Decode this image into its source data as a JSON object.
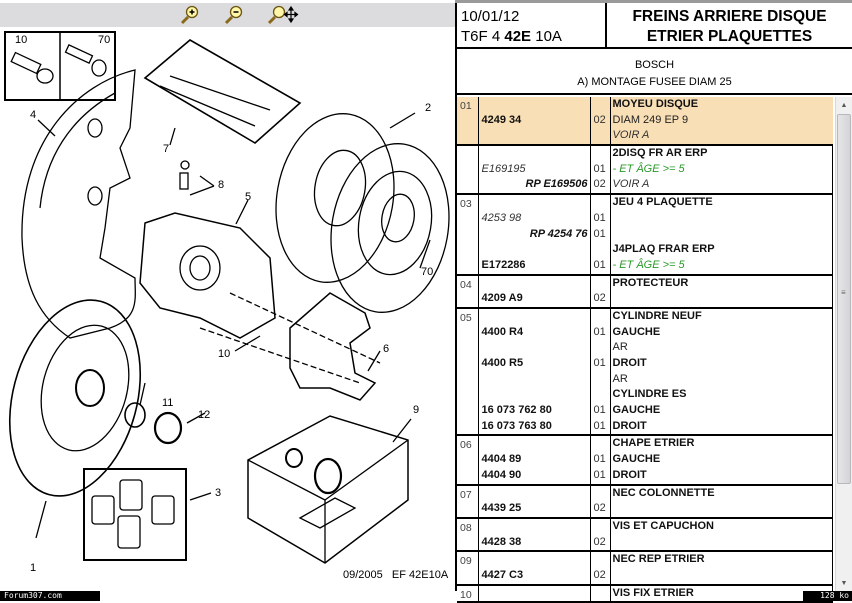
{
  "toolbar": {
    "zoom_in": "zoom-in",
    "zoom_out": "zoom-out",
    "pan": "zoom-pan"
  },
  "diagram": {
    "inset_labels": [
      "10",
      "70"
    ],
    "callouts": [
      "1",
      "2",
      "3",
      "4",
      "5",
      "6",
      "7",
      "8",
      "9",
      "10",
      "11",
      "12",
      "70"
    ],
    "stamp": "09/2005   EF 42E10A"
  },
  "header": {
    "date": "10/01/12",
    "code_prefix": "T6F 4 ",
    "code_bold": "42E",
    "code_suffix": " 10A",
    "title_line1": "FREINS ARRIERE DISQUE",
    "title_line2": "ETRIER PLAQUETTES"
  },
  "subheader": {
    "brand": "BOSCH",
    "variant": "A) MONTAGE FUSEE DIAM 25"
  },
  "rows": [
    {
      "ref": "01",
      "highlight": true,
      "lines": [
        {
          "part": "",
          "pstyle": "pn",
          "qty": "",
          "desc": "MOYEU DISQUE",
          "dstyle": "d-title"
        },
        {
          "part": "4249 34",
          "pstyle": "pn",
          "qty": "02",
          "desc": "DIAM 249 EP 9",
          "dstyle": "d-plain"
        },
        {
          "part": "",
          "pstyle": "pn",
          "qty": "",
          "desc": "VOIR A",
          "dstyle": "d-italic"
        }
      ]
    },
    {
      "ref": "",
      "highlight": false,
      "lines": [
        {
          "part": "",
          "pstyle": "pn",
          "qty": "",
          "desc": "2DISQ FR AR ERP",
          "dstyle": "d-title"
        },
        {
          "part": "E169195",
          "pstyle": "pn-old",
          "qty": "01",
          "desc": "- ET ÂGE >= 5",
          "dstyle": "d-green"
        },
        {
          "part": "RP E169506",
          "pstyle": "pn-rp",
          "qty": "02",
          "desc": "VOIR A",
          "dstyle": "d-italic"
        }
      ]
    },
    {
      "ref": "03",
      "highlight": false,
      "lines": [
        {
          "part": "",
          "pstyle": "pn",
          "qty": "",
          "desc": "JEU 4 PLAQUETTE",
          "dstyle": "d-title"
        },
        {
          "part": "4253 98",
          "pstyle": "pn-old",
          "qty": "01",
          "desc": "",
          "dstyle": "d-plain"
        },
        {
          "part": "RP 4254 76",
          "pstyle": "pn-rp",
          "qty": "01",
          "desc": "",
          "dstyle": "d-plain"
        },
        {
          "part": "",
          "pstyle": "pn",
          "qty": "",
          "desc": "J4PLAQ FRAR ERP",
          "dstyle": "d-title"
        },
        {
          "part": "E172286",
          "pstyle": "pn",
          "qty": "01",
          "desc": "- ET ÂGE >= 5",
          "dstyle": "d-green"
        }
      ]
    },
    {
      "ref": "04",
      "highlight": false,
      "lines": [
        {
          "part": "",
          "pstyle": "pn",
          "qty": "",
          "desc": "PROTECTEUR",
          "dstyle": "d-title"
        },
        {
          "part": "4209 A9",
          "pstyle": "pn",
          "qty": "02",
          "desc": "",
          "dstyle": "d-plain"
        }
      ]
    },
    {
      "ref": "05",
      "highlight": false,
      "lines": [
        {
          "part": "",
          "pstyle": "pn",
          "qty": "",
          "desc": "CYLINDRE NEUF",
          "dstyle": "d-title"
        },
        {
          "part": "4400 R4",
          "pstyle": "pn",
          "qty": "01",
          "desc": "GAUCHE",
          "dstyle": "d-title"
        },
        {
          "part": "",
          "pstyle": "pn",
          "qty": "",
          "desc": "AR",
          "dstyle": "d-plain"
        },
        {
          "part": "4400 R5",
          "pstyle": "pn",
          "qty": "01",
          "desc": "DROIT",
          "dstyle": "d-title"
        },
        {
          "part": "",
          "pstyle": "pn",
          "qty": "",
          "desc": "AR",
          "dstyle": "d-plain"
        },
        {
          "part": "",
          "pstyle": "pn",
          "qty": "",
          "desc": "CYLINDRE ES",
          "dstyle": "d-title"
        },
        {
          "part": "16 073 762 80",
          "pstyle": "pn",
          "qty": "01",
          "desc": "GAUCHE",
          "dstyle": "d-title"
        },
        {
          "part": "16 073 763 80",
          "pstyle": "pn",
          "qty": "01",
          "desc": "DROIT",
          "dstyle": "d-title"
        }
      ]
    },
    {
      "ref": "06",
      "highlight": false,
      "lines": [
        {
          "part": "",
          "pstyle": "pn",
          "qty": "",
          "desc": "CHAPE ETRIER",
          "dstyle": "d-title"
        },
        {
          "part": "4404 89",
          "pstyle": "pn",
          "qty": "01",
          "desc": "GAUCHE",
          "dstyle": "d-title"
        },
        {
          "part": "4404 90",
          "pstyle": "pn",
          "qty": "01",
          "desc": "DROIT",
          "dstyle": "d-title"
        }
      ]
    },
    {
      "ref": "07",
      "highlight": false,
      "lines": [
        {
          "part": "",
          "pstyle": "pn",
          "qty": "",
          "desc": "NEC COLONNETTE",
          "dstyle": "d-title"
        },
        {
          "part": "4439 25",
          "pstyle": "pn",
          "qty": "02",
          "desc": "",
          "dstyle": "d-plain"
        }
      ]
    },
    {
      "ref": "08",
      "highlight": false,
      "lines": [
        {
          "part": "",
          "pstyle": "pn",
          "qty": "",
          "desc": "VIS ET CAPUCHON",
          "dstyle": "d-title"
        },
        {
          "part": "4428 38",
          "pstyle": "pn",
          "qty": "02",
          "desc": "",
          "dstyle": "d-plain"
        }
      ]
    },
    {
      "ref": "09",
      "highlight": false,
      "lines": [
        {
          "part": "",
          "pstyle": "pn",
          "qty": "",
          "desc": "NEC REP ETRIER",
          "dstyle": "d-title"
        },
        {
          "part": "4427 C3",
          "pstyle": "pn",
          "qty": "02",
          "desc": "",
          "dstyle": "d-plain"
        }
      ]
    },
    {
      "ref": "10",
      "highlight": false,
      "lines": [
        {
          "part": "",
          "pstyle": "pn",
          "qty": "",
          "desc": "VIS FIX ETRIER",
          "dstyle": "d-title"
        }
      ]
    }
  ],
  "colors": {
    "highlight_row": "#f9dfb6",
    "note_green": "#2a9a2a"
  },
  "footer": {
    "site": "Forum307.com",
    "size": "128 ko"
  }
}
